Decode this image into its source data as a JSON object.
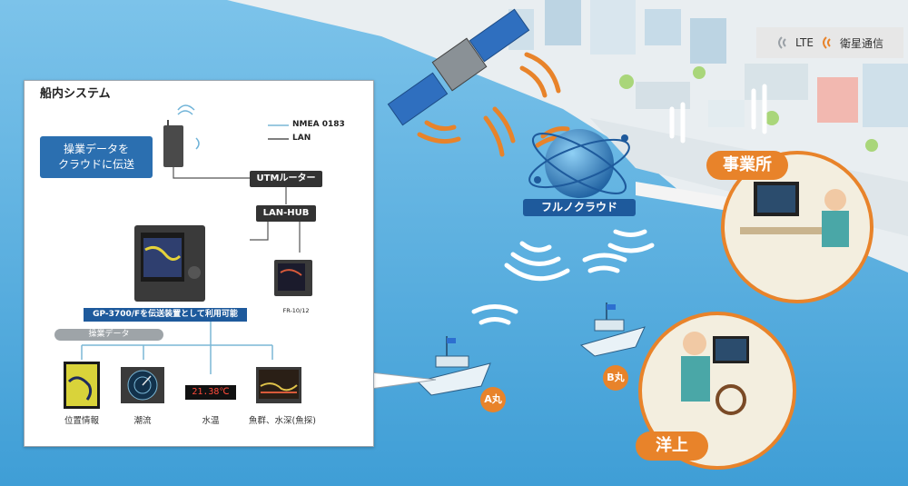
{
  "legend": {
    "lte": {
      "label": "LTE",
      "color": "#9aa0a6",
      "icon": "lte-signal-icon"
    },
    "satellite": {
      "label": "衛星通信",
      "color": "#e8832a",
      "icon": "satellite-signal-icon"
    }
  },
  "panel": {
    "title": "船内システム",
    "callout": "操業データを\nクラウドに伝送",
    "line_legend": {
      "nmea": "NMEA 0183",
      "lan": "LAN",
      "nmea_color": "#7ab7d6",
      "lan_color": "#555555"
    },
    "nodes": {
      "utm": "UTMルーター",
      "hub": "LAN-HUB"
    },
    "gp_label": "GP-3700/Fを伝送装置として利用可能",
    "fr_label": "FR-10/12",
    "ops_title": "操業データ",
    "devices": [
      {
        "label": "位置情報",
        "icon": "plotter-icon"
      },
      {
        "label": "潮流",
        "icon": "current-meter-icon"
      },
      {
        "label": "水温",
        "icon": "thermometer-display-icon"
      },
      {
        "label": "魚群、水深(魚探)",
        "icon": "fish-finder-icon"
      }
    ],
    "temp_reading": "21.38℃"
  },
  "cloud": {
    "label": "フルノクラウド"
  },
  "ships": {
    "a": "A丸",
    "b": "B丸"
  },
  "places": {
    "office": "事業所",
    "sea": "洋上"
  },
  "colors": {
    "sea": "#3f9ed6",
    "accent": "#e8832a",
    "brand": "#1e5a9c"
  }
}
